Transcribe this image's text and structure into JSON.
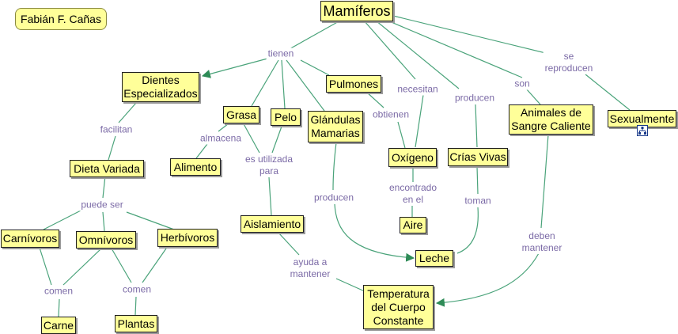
{
  "author": "Fabián F. Cañas",
  "concepts": {
    "mamiferos": "Mamíferos",
    "dientes": "Dientes\nEspecializados",
    "grasa": "Grasa",
    "pelo": "Pelo",
    "glandulas": "Glándulas\nMamarias",
    "pulmones": "Pulmones",
    "animales": "Animales de\nSangre Caliente",
    "sexualmente": "Sexualmente",
    "dieta": "Dieta Variada",
    "alimento": "Alimento",
    "oxigeno": "Oxígeno",
    "crias": "Crías Vivas",
    "aislamiento": "Aislamiento",
    "aire": "Aire",
    "carnivoros": "Carnívoros",
    "omnivoros": "Omnívoros",
    "herbivoros": "Herbívoros",
    "leche": "Leche",
    "temperatura": "Temperatura\ndel Cuerpo\nConstante",
    "carne": "Carne",
    "plantas": "Plantas"
  },
  "links": {
    "tienen": "tienen",
    "necesitan": "necesitan",
    "producen1": "producen",
    "son": "son",
    "se_reproducen": "se\nreproducen",
    "facilitan": "facilitan",
    "almacena": "almacena",
    "es_utilizada_para": "es utilizada\npara",
    "obtienen": "obtienen",
    "puede_ser": "puede ser",
    "producen2": "producen",
    "encontrado_en_el": "encontrado\nen el",
    "toman": "toman",
    "deben_mantener": "deben\nmantener",
    "ayuda_a_mantener": "ayuda a\nmantener",
    "comen1": "comen",
    "comen2": "comen"
  },
  "icons": {
    "sexualmente": "sitemap-icon"
  },
  "colors": {
    "node_fill": "#ffff99",
    "node_border": "#1f1f1f",
    "line": "#4aa37a",
    "link_text": "#7b6aa6"
  }
}
